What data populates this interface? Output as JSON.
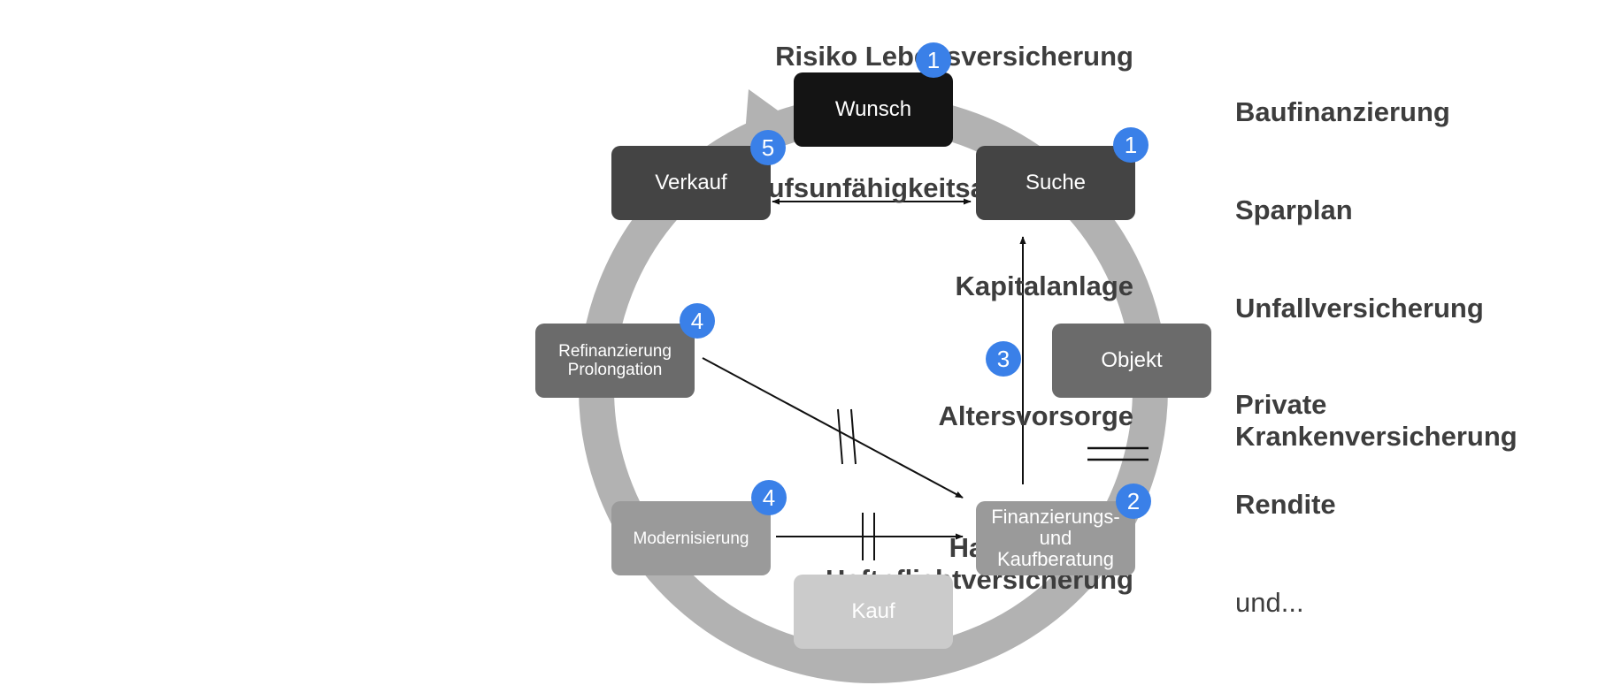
{
  "left_labels": [
    "Risiko Lebensversicherung",
    "Berufsunfähigkeitsabsicherung",
    "Kapitalanlage",
    "Altersvorsorge",
    [
      "Hausrats- und",
      "Haftpflichtversicherung"
    ]
  ],
  "right_labels": [
    "Baufinanzierung",
    "Sparplan",
    "Unfallversicherung",
    [
      "Private",
      "Krankenversicherung"
    ],
    "Rendite",
    "und..."
  ],
  "cycle_steps": [
    {
      "id": "wunsch",
      "label": "Wunsch",
      "color": "#141414"
    },
    {
      "id": "suche",
      "label": "Suche",
      "color": "#444444"
    },
    {
      "id": "objekt",
      "label": "Objekt",
      "color": "#6b6b6b"
    },
    {
      "id": "finanzierung",
      "label": "Finanzierungs- und Kaufberatung",
      "color": "#9a9a9a"
    },
    {
      "id": "kauf",
      "label": "Kauf",
      "color": "#cbcbcb"
    },
    {
      "id": "modernisierung",
      "label": "Modernisierung",
      "color": "#9a9a9a"
    },
    {
      "id": "refinanzierung",
      "label": "Refinanzierung Prolongation",
      "color": "#6b6b6b"
    },
    {
      "id": "verkauf",
      "label": "Verkauf",
      "color": "#444444"
    }
  ],
  "badges": [
    {
      "step": "wunsch",
      "text": "1"
    },
    {
      "step": "suche",
      "text": "1"
    },
    {
      "step": "finanzierung",
      "text": "2"
    },
    {
      "step": "arrow-finanzierung-suche",
      "text": "3"
    },
    {
      "step": "refinanzierung",
      "text": "4"
    },
    {
      "step": "modernisierung",
      "text": "4"
    },
    {
      "step": "verkauf",
      "text": "5"
    }
  ],
  "connections": [
    {
      "from": "verkauf",
      "to": "suche",
      "style": "bidirectional"
    },
    {
      "from": "finanzierung",
      "to": "suche",
      "style": "arrow"
    },
    {
      "from": "refinanzierung",
      "to": "finanzierung",
      "style": "arrow-interrupted"
    },
    {
      "from": "modernisierung",
      "to": "finanzierung",
      "style": "arrow-interrupted"
    },
    {
      "from": "objekt",
      "to": "finanzierung",
      "style": "interruption-mark"
    }
  ],
  "colors": {
    "ring": "#b2b2b2",
    "badge": "#3a80e8",
    "label_text": "#3d3d3d",
    "line": "#111111"
  }
}
